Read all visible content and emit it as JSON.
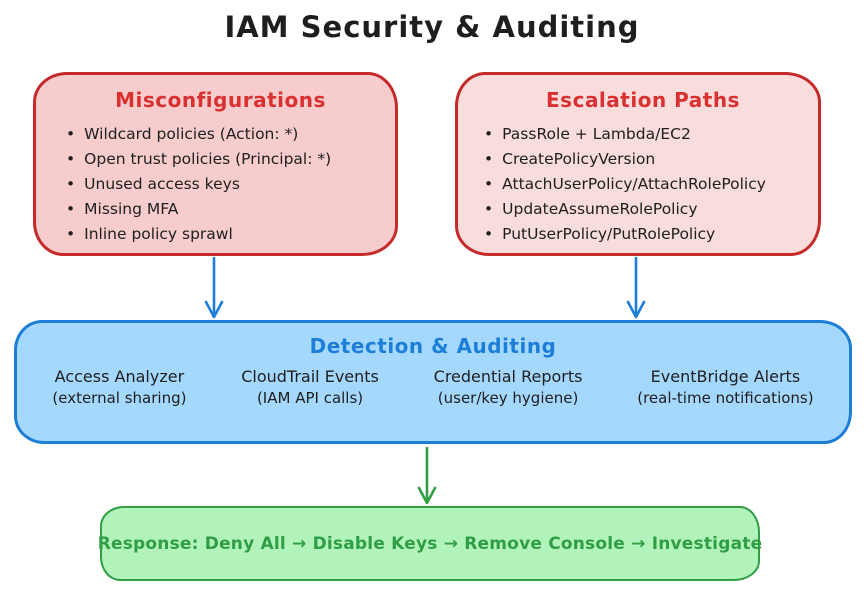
{
  "title": "IAM Security & Auditing",
  "colors": {
    "red_border": "#c52a2a",
    "red_heading": "#d93131",
    "red_fill_left": "#f7cccc",
    "red_fill_right": "#f9dcdc",
    "blue_border": "#1c7ed6",
    "blue_fill": "#a5d8ff",
    "blue_heading": "#1c7ed6",
    "green_border": "#2f9e44",
    "green_fill": "#b2f2bb",
    "green_text": "#2f9e44",
    "body_text": "#1e1e1e"
  },
  "misconfigurations": {
    "title": "Misconfigurations",
    "items": [
      "Wildcard policies (Action: *)",
      "Open trust policies (Principal: *)",
      "Unused access keys",
      "Missing MFA",
      "Inline policy sprawl"
    ]
  },
  "escalation_paths": {
    "title": "Escalation Paths",
    "items": [
      "PassRole + Lambda/EC2",
      "CreatePolicyVersion",
      "AttachUserPolicy/AttachRolePolicy",
      "UpdateAssumeRolePolicy",
      "PutUserPolicy/PutRolePolicy"
    ]
  },
  "detection": {
    "title": "Detection & Auditing",
    "columns": [
      {
        "name": "Access Analyzer",
        "detail": "(external sharing)"
      },
      {
        "name": "CloudTrail Events",
        "detail": "(IAM API calls)"
      },
      {
        "name": "Credential Reports",
        "detail": "(user/key hygiene)"
      },
      {
        "name": "EventBridge Alerts",
        "detail": "(real-time notifications)"
      }
    ]
  },
  "response": {
    "text": "Response: Deny All → Disable Keys → Remove Console → Investigate"
  }
}
